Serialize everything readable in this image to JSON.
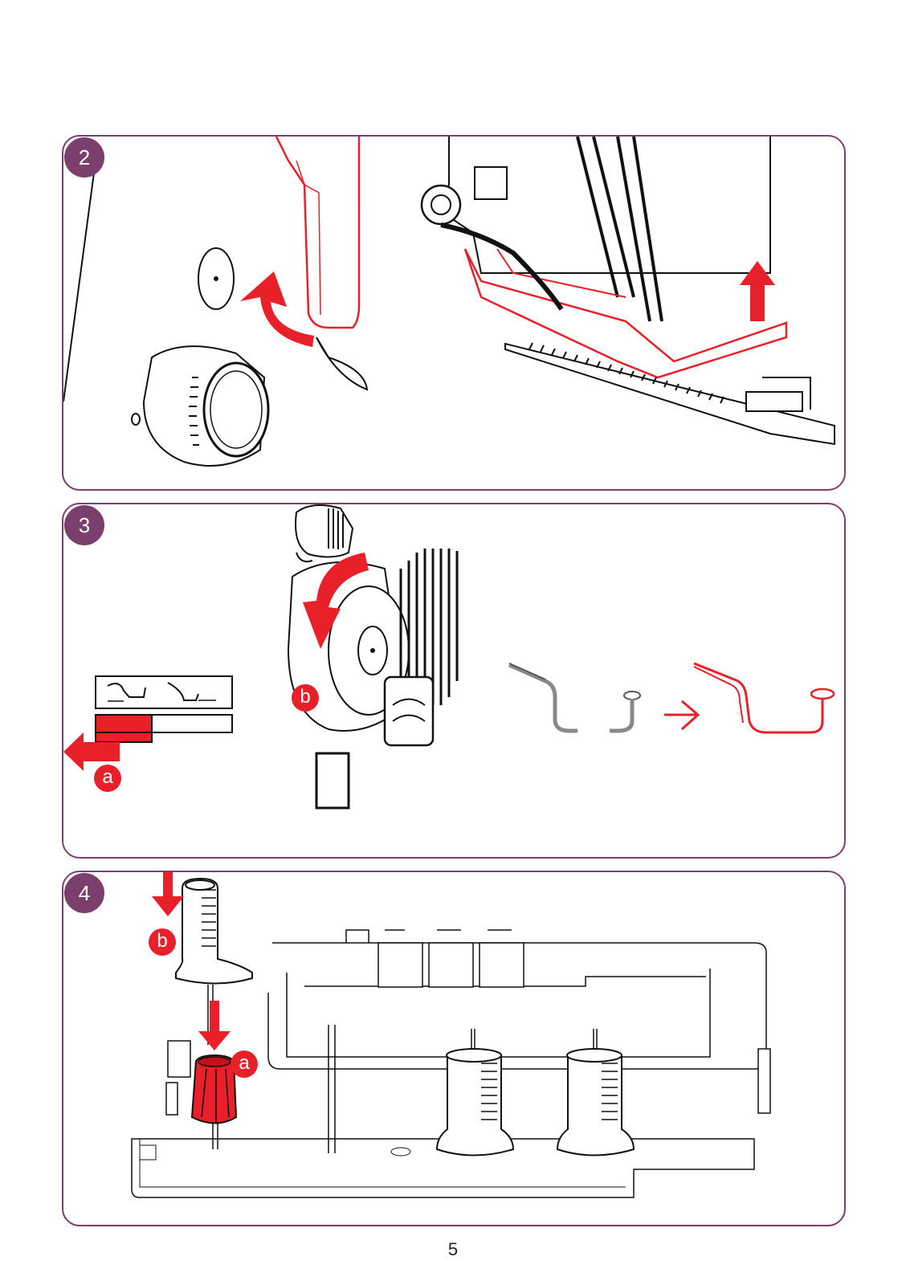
{
  "colors": {
    "frame": "#7b3f6e",
    "badge": "#7b3f6e",
    "accent": "#e8202a",
    "line": "#111111"
  },
  "panels": [
    {
      "step": "2",
      "callouts": []
    },
    {
      "step": "3",
      "callouts": [
        "a",
        "b"
      ]
    },
    {
      "step": "4",
      "callouts": [
        "a",
        "b"
      ]
    }
  ],
  "icons": [
    "rotate-arrow-icon",
    "up-arrow-icon",
    "left-arrow-icon",
    "down-arrow-icon",
    "right-arrow-icon"
  ],
  "page_number": "5"
}
